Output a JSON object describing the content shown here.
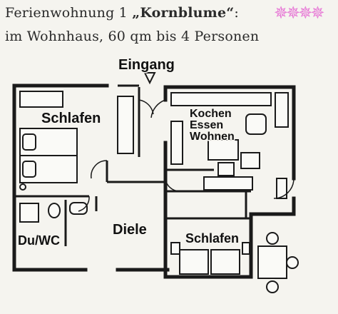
{
  "header": {
    "line1_prefix": "Ferienwohnung 1 ",
    "apartment_name": "„Kornblume“",
    "line1_suffix": ":",
    "line2": "im Wohnhaus, 60 qm bis 4 Personen"
  },
  "rating": {
    "stars": "✵✵✵✵",
    "count": 4,
    "color": "#e77ad6"
  },
  "plan": {
    "entrance": "Eingang",
    "rooms": {
      "bedroom_1": "Schlafen",
      "kitchen_line1": "Kochen",
      "kitchen_line2": "Essen",
      "kitchen_line3": "Wohnen",
      "bathroom": "Du/WC",
      "hall": "Diele",
      "bedroom_2": "Schlafen"
    }
  }
}
